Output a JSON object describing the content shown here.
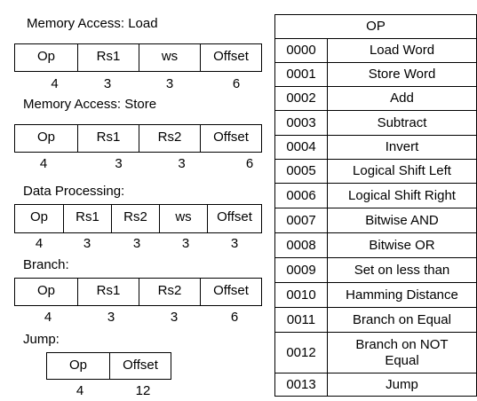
{
  "load": {
    "title": "Memory Access: Load",
    "fields": [
      "Op",
      "Rs1",
      "ws",
      "Offset"
    ],
    "sizes": [
      "4",
      "3",
      "3",
      "6"
    ]
  },
  "store": {
    "title": "Memory Access: Store",
    "fields": [
      "Op",
      "Rs1",
      "Rs2",
      "Offset"
    ],
    "sizes": [
      "4",
      "3",
      "3",
      "6"
    ]
  },
  "dataproc": {
    "title": "Data Processing:",
    "fields": [
      "Op",
      "Rs1",
      "Rs2",
      "ws",
      "Offset"
    ],
    "sizes": [
      "4",
      "3",
      "3",
      "3",
      "3"
    ]
  },
  "branch": {
    "title": "Branch:",
    "fields": [
      "Op",
      "Rs1",
      "Rs2",
      "Offset"
    ],
    "sizes": [
      "4",
      "3",
      "3",
      "6"
    ]
  },
  "jump": {
    "title": "Jump:",
    "fields": [
      "Op",
      "Offset"
    ],
    "sizes": [
      "4",
      "12"
    ]
  },
  "op_table": {
    "header": "OP",
    "rows": [
      [
        "0000",
        "Load Word"
      ],
      [
        "0001",
        "Store Word"
      ],
      [
        "0002",
        "Add"
      ],
      [
        "0003",
        "Subtract"
      ],
      [
        "0004",
        "Invert"
      ],
      [
        "0005",
        "Logical Shift Left"
      ],
      [
        "0006",
        "Logical Shift Right"
      ],
      [
        "0007",
        "Bitwise AND"
      ],
      [
        "0008",
        "Bitwise OR"
      ],
      [
        "0009",
        "Set on less than"
      ],
      [
        "0010",
        "Hamming Distance"
      ],
      [
        "0011",
        "Branch on Equal"
      ],
      [
        "0012",
        "Branch on NOT Equal"
      ],
      [
        "0013",
        "Jump"
      ]
    ]
  }
}
